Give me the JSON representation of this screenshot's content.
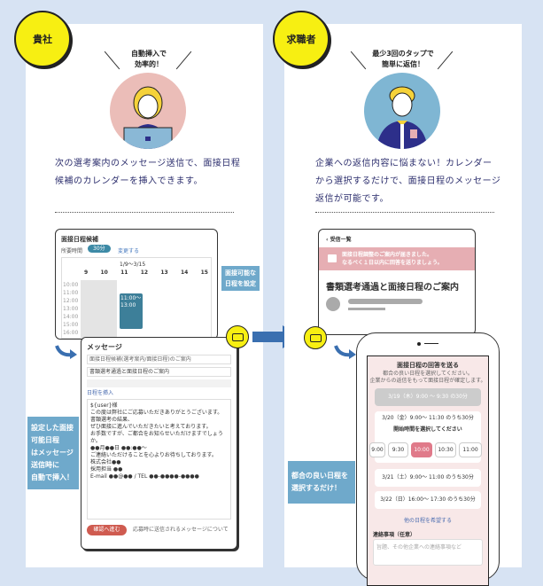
{
  "left": {
    "badge": "貴社",
    "catch_line1": "自動挿入で",
    "catch_line2": "効率的！",
    "desc_line1": "次の選考案内のメッセージ送信で、面接日程",
    "desc_line2": "候補のカレンダーを挿入できます。",
    "calendar": {
      "title": "面接日程候補",
      "required_label": "所要時間",
      "duration": "30分",
      "change_link": "変更する",
      "range": "1/9〜3/15",
      "days": [
        "9",
        "10",
        "11",
        "12",
        "13",
        "14",
        "15"
      ],
      "times": [
        "10:00",
        "11:00",
        "12:00",
        "13:00",
        "14:00",
        "15:00",
        "16:00"
      ],
      "event": "11:00〜13:00",
      "tooltip_line1": "面接可能な",
      "tooltip_line2": "日程を設定"
    },
    "message": {
      "title": "メッセージ",
      "template_select": "面接日程候補(選考案内/面接日程)のご案内",
      "subject": "書類選考通過と面接日程のご案内",
      "insert_label": "日程を挿入",
      "body_lines": [
        "${user}様",
        "この度は弊社にご応募いただきありがとうございます。",
        "書類選考の結果、",
        "ぜひ面接に進んでいただきたいと考えております。",
        "お手数ですが、ご都合をお知らせいただけますでしょうか。",
        "●●月●●日 ●●:●●〜",
        "ご連絡いただけることを心よりお待ちしております。",
        "株式会社●●",
        "採用担当 ●●",
        "E-mail ●●@●● / TEL ●●-●●●●-●●●●"
      ],
      "send_button": "確認へ進む",
      "footer_link": "応募時に送信されるメッセージについて"
    },
    "tooltip_line1": "設定した面接可能日程",
    "tooltip_line2": "はメッセージ送信時に",
    "tooltip_line3": "自動で挿入！"
  },
  "right": {
    "badge": "求職者",
    "catch_line1": "最少3回のタップで",
    "catch_line2": "簡単に返信！",
    "desc_line1": "企業への返信内容に悩まない！カレンダー",
    "desc_line2": "から選択するだけで、面接日程のメッセージ",
    "desc_line3": "返信が可能です。",
    "inbox": {
      "back": "受信一覧",
      "notice_line1": "面接日程調整のご案内が届きました。",
      "notice_line2": "なるべく１日以内に回答を送りましょう。",
      "subject": "書類選考通過と面接日程のご案内"
    },
    "phone": {
      "title": "面接日程の回答を送る",
      "sub1": "都合の良い日程を選択してください。",
      "sub2": "企業からの返信をもって面接日程が確定します。",
      "disabled_option": "3/19（木）9:00 〜 9:30 の30分",
      "option1": "3/20（金）9:00〜 11:30 のうち30分",
      "pick_label": "開始時間を選択してください",
      "slots": [
        "9:00",
        "9:30",
        "10:00",
        "10:30",
        "11:00"
      ],
      "option2": "3/21（土）9:00〜 11:00 のうち30分",
      "option3": "3/22（日）16:00〜 17:30 のうち30分",
      "other_link": "他の日程を希望する",
      "notes_label": "連絡事項（任意）",
      "notes_placeholder": "旨題、その他企業への連絡事項など"
    },
    "tooltip_line1": "都合の良い日程を",
    "tooltip_line2": "選択するだけ！"
  },
  "colors": {
    "background": "#d7e3f3",
    "badge": "#f7ef12",
    "accent": "#6fa9cb",
    "selected": "#e07a8a",
    "notice": "#e6aeb3",
    "arrow": "#3a6fb0"
  }
}
